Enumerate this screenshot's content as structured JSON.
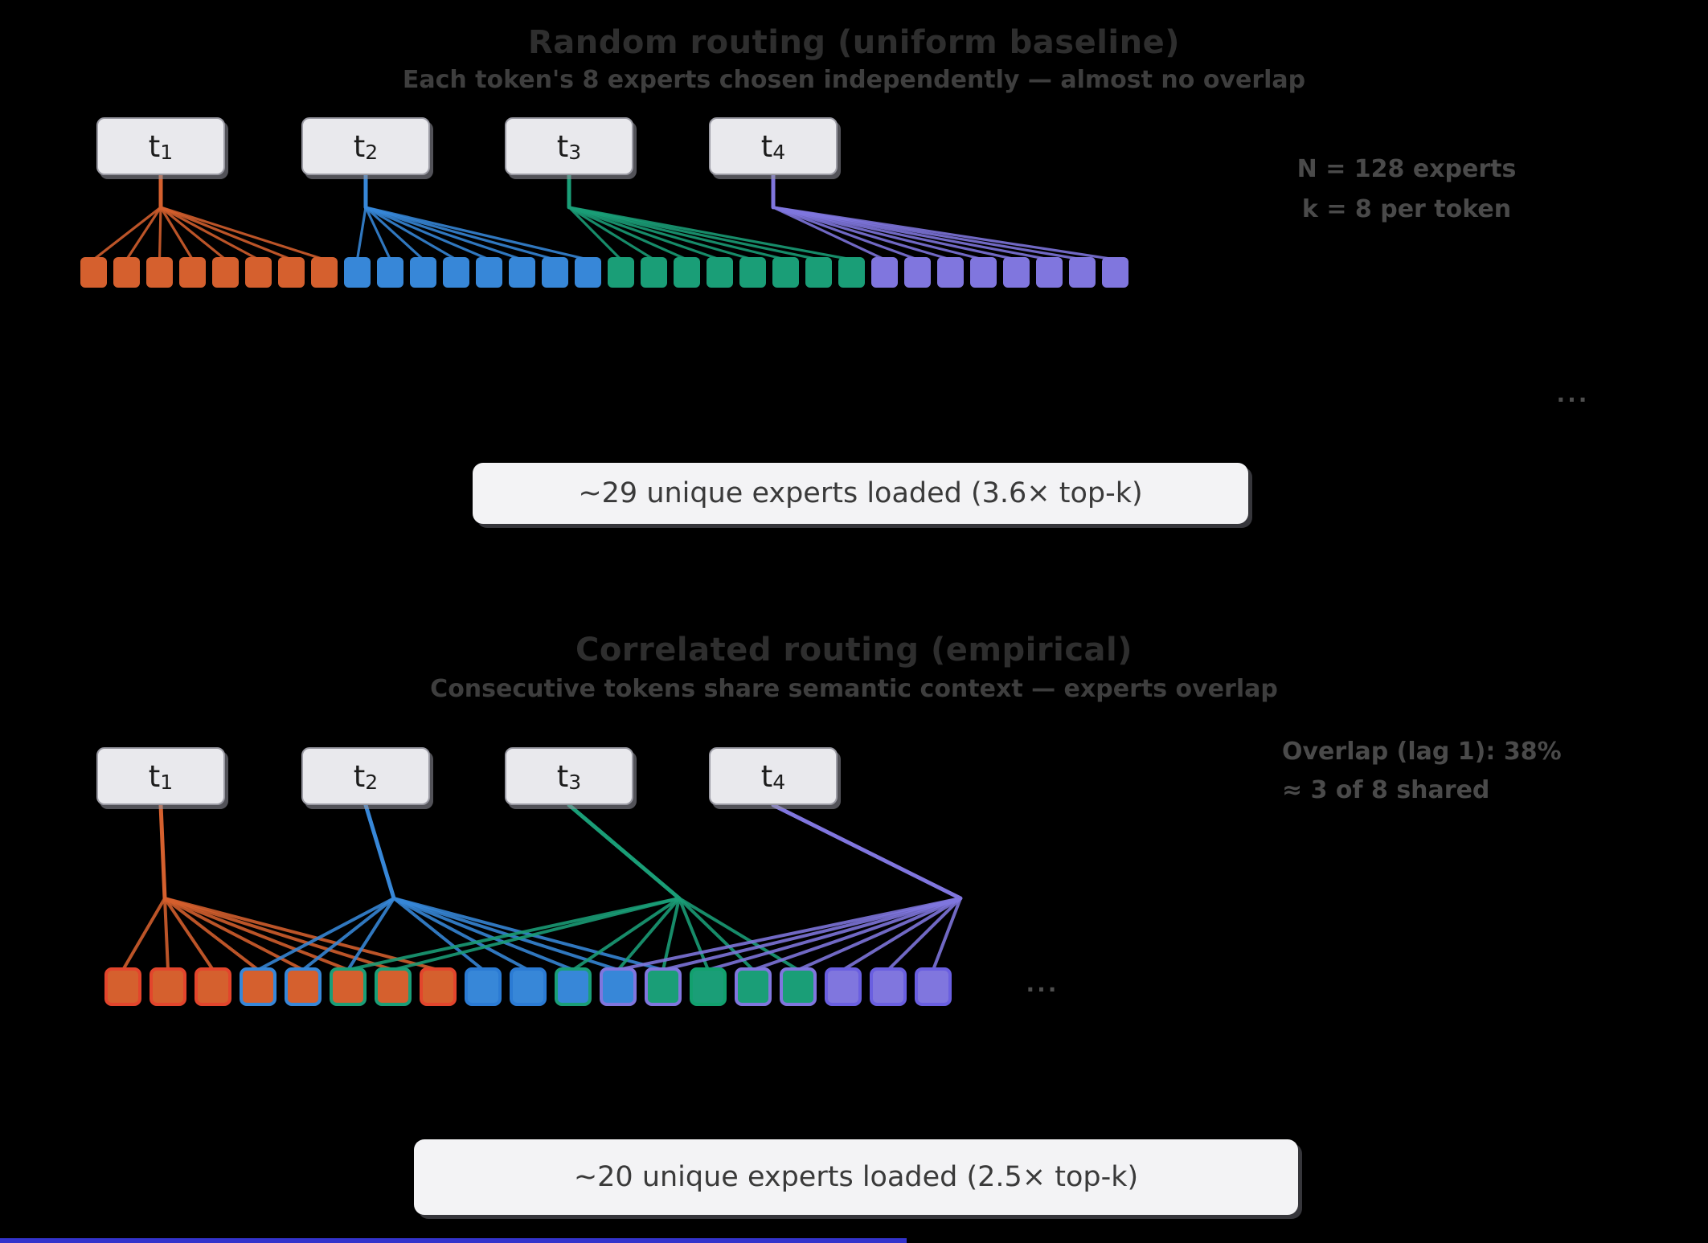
{
  "colors": {
    "background": "#000000",
    "orange": "#d5602e",
    "blue": "#3787d8",
    "green": "#1a9e77",
    "purple": "#8076de",
    "orangeEdge": "#e2452c",
    "blueEdge": "#2b7bd4",
    "greenEdge": "#12a06e",
    "purpleEdge": "#6a5fe0",
    "title_text": "#2e2e2e",
    "subtitle_text": "#3e3e3e",
    "note_text": "#4a4a4a",
    "dots_text": "#4f4f4f",
    "token_fill": "#e9e9ed",
    "token_edge": "#9b9ba4",
    "token_text": "#1c1c1c",
    "caption_bg": "#f3f3f5",
    "caption_text": "#3a3a3a",
    "bottom_strip": "#3333cc"
  },
  "panels": [
    {
      "id": "random-routing",
      "title": "Random routing (uniform baseline)",
      "subtitle": "Each token's 8 experts chosen independently — almost no overlap",
      "side_note": [
        "N = 128 experts",
        "k = 8 per token"
      ],
      "tokens": [
        {
          "base": "t",
          "sub": "1",
          "color": "orange"
        },
        {
          "base": "t",
          "sub": "2",
          "color": "blue"
        },
        {
          "base": "t",
          "sub": "3",
          "color": "green"
        },
        {
          "base": "t",
          "sub": "4",
          "color": "purple"
        }
      ],
      "expert_groups": [
        {
          "color": "orange",
          "count": 8
        },
        {
          "color": "blue",
          "count": 8
        },
        {
          "color": "green",
          "count": 8
        },
        {
          "color": "purple",
          "count": 8
        }
      ],
      "connections": [
        {
          "token": 0,
          "experts": [
            0,
            1,
            2,
            3,
            4,
            5,
            6,
            7
          ]
        },
        {
          "token": 1,
          "experts": [
            8,
            9,
            10,
            11,
            12,
            13,
            14,
            15
          ]
        },
        {
          "token": 2,
          "experts": [
            16,
            17,
            18,
            19,
            20,
            21,
            22,
            23
          ]
        },
        {
          "token": 3,
          "experts": [
            24,
            25,
            26,
            27,
            28,
            29,
            30,
            31
          ]
        }
      ],
      "ellipsis": "...",
      "caption": "~29 unique experts loaded (3.6× top-k)"
    },
    {
      "id": "correlated-routing",
      "title": "Correlated routing (empirical)",
      "subtitle": "Consecutive tokens share semantic context — experts overlap",
      "side_note": [
        "Overlap (lag 1): 38%",
        "≈ 3 of 8 shared"
      ],
      "tokens": [
        {
          "base": "t",
          "sub": "1",
          "color": "orange"
        },
        {
          "base": "t",
          "sub": "2",
          "color": "blue"
        },
        {
          "base": "t",
          "sub": "3",
          "color": "green"
        },
        {
          "base": "t",
          "sub": "4",
          "color": "purple"
        }
      ],
      "experts": [
        {
          "fill": "orange",
          "edge": "orangeEdge"
        },
        {
          "fill": "orange",
          "edge": "orangeEdge"
        },
        {
          "fill": "orange",
          "edge": "orangeEdge"
        },
        {
          "fill": "orange",
          "edge": "blue"
        },
        {
          "fill": "orange",
          "edge": "blue"
        },
        {
          "fill": "orange",
          "edge": "green"
        },
        {
          "fill": "orange",
          "edge": "green"
        },
        {
          "fill": "orange",
          "edge": "orangeEdge"
        },
        {
          "fill": "blue",
          "edge": "blueEdge"
        },
        {
          "fill": "blue",
          "edge": "blueEdge"
        },
        {
          "fill": "blue",
          "edge": "green"
        },
        {
          "fill": "blue",
          "edge": "purple"
        },
        {
          "fill": "green",
          "edge": "purple"
        },
        {
          "fill": "green",
          "edge": "greenEdge"
        },
        {
          "fill": "green",
          "edge": "purple"
        },
        {
          "fill": "green",
          "edge": "purple"
        },
        {
          "fill": "purple",
          "edge": "purpleEdge"
        },
        {
          "fill": "purple",
          "edge": "purpleEdge"
        },
        {
          "fill": "purple",
          "edge": "purpleEdge"
        }
      ],
      "connections": [
        {
          "token": 0,
          "experts": [
            0,
            1,
            2,
            3,
            4,
            5,
            6,
            7
          ]
        },
        {
          "token": 1,
          "experts": [
            3,
            4,
            5,
            8,
            9,
            10,
            11,
            12
          ]
        },
        {
          "token": 2,
          "experts": [
            5,
            6,
            10,
            11,
            12,
            13,
            14,
            15
          ]
        },
        {
          "token": 3,
          "experts": [
            11,
            12,
            13,
            14,
            15,
            16,
            17,
            18
          ]
        }
      ],
      "ellipsis": "...",
      "caption": "~20 unique experts loaded (2.5× top-k)"
    }
  ]
}
